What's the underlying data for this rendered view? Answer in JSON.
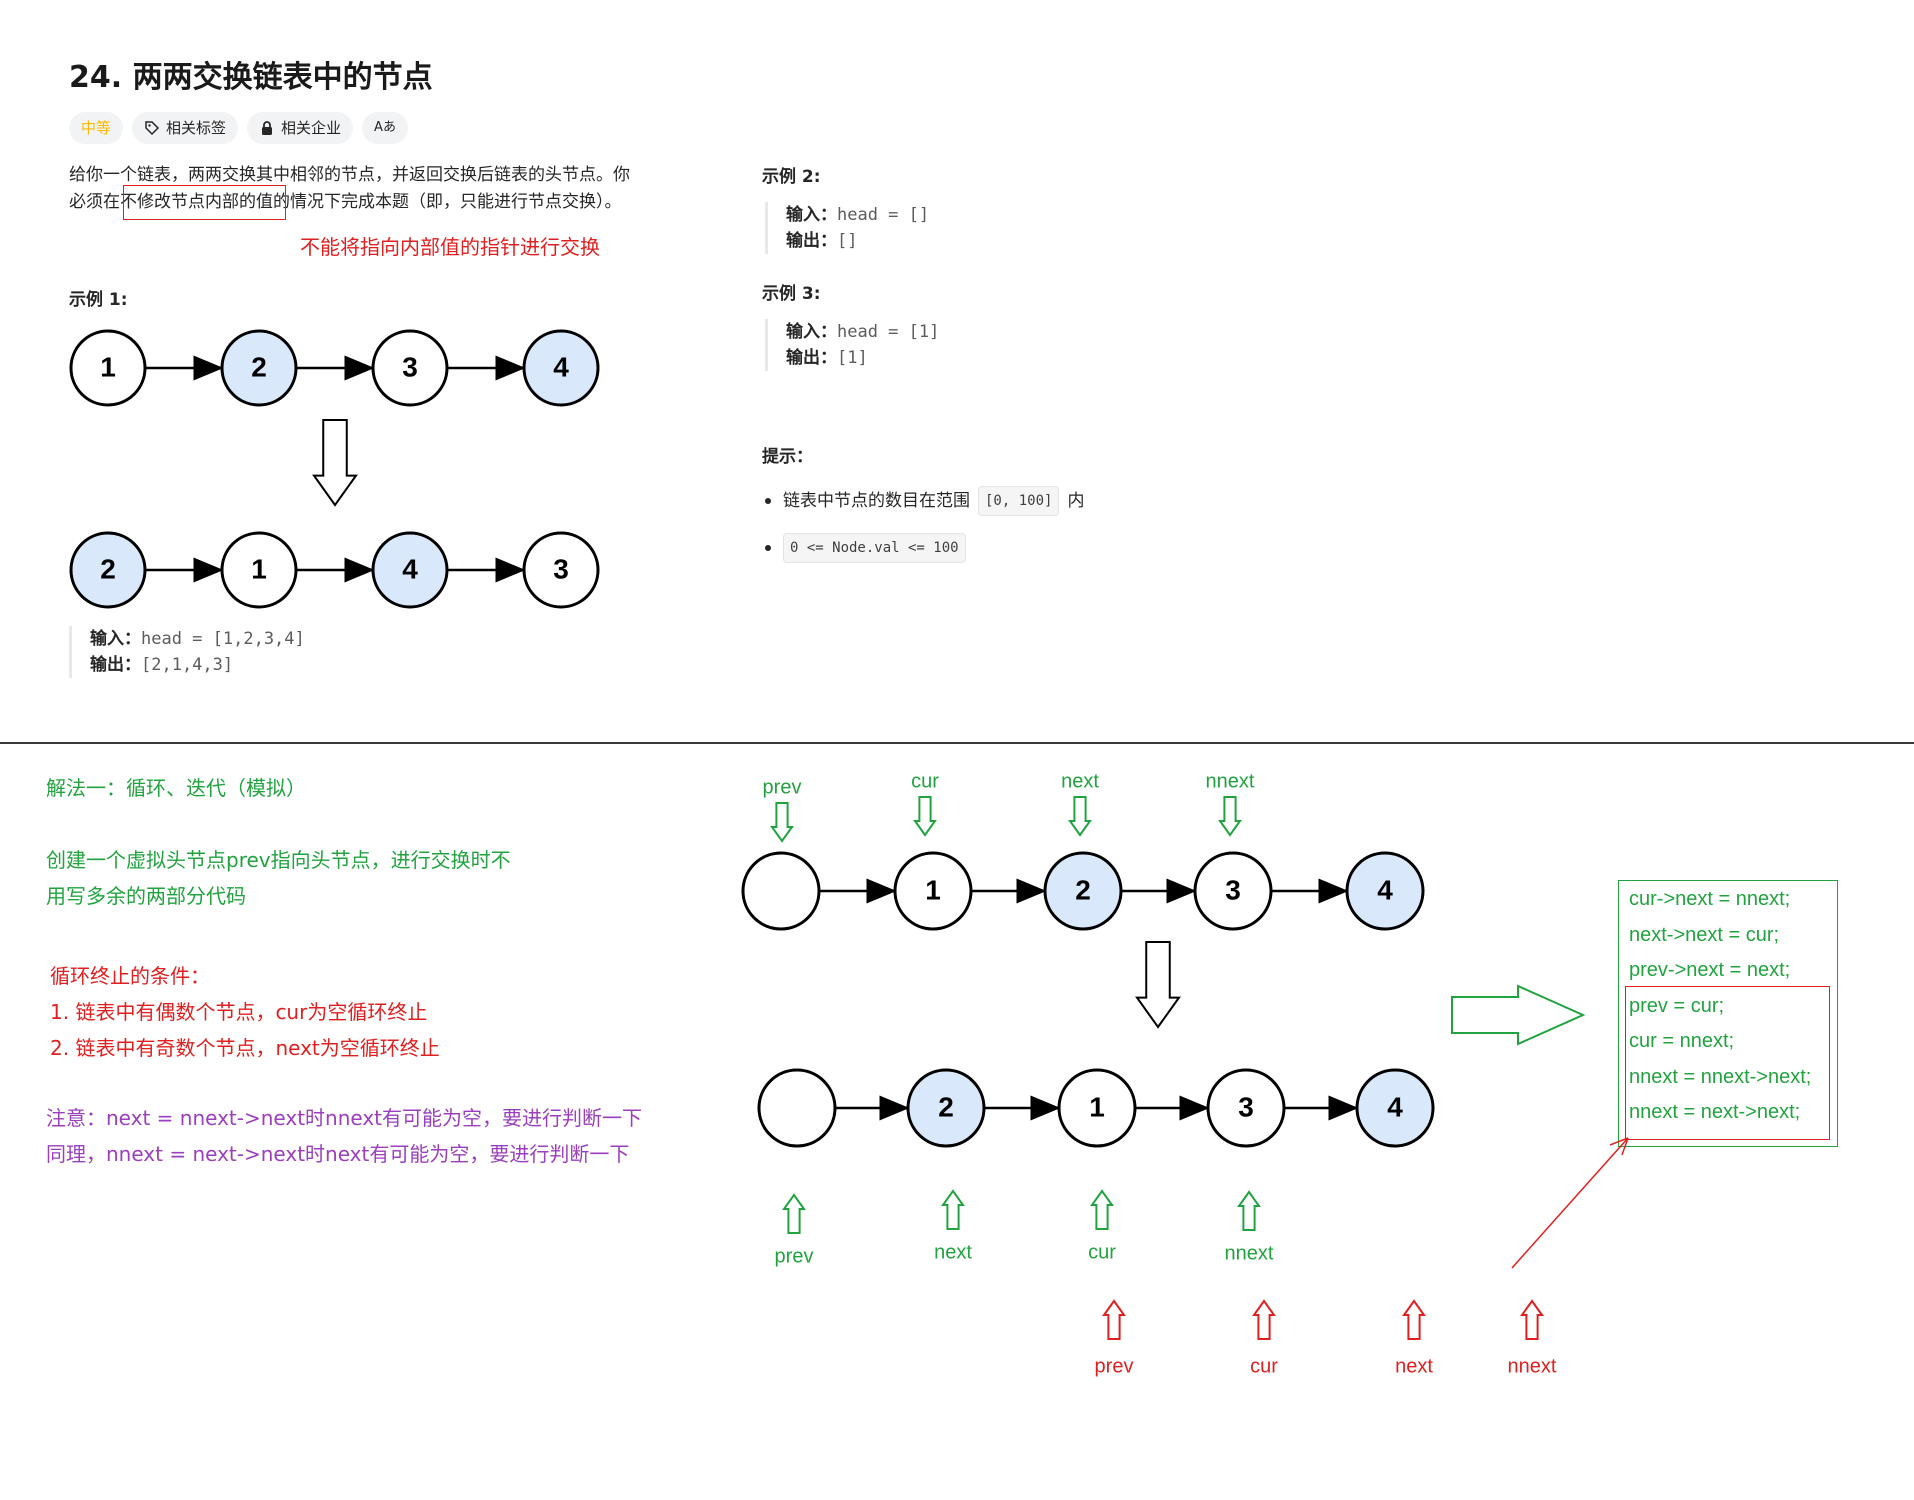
{
  "problem": {
    "title": "24. 两两交换链表中的节点",
    "tags": [
      "中等",
      "相关标签",
      "相关企业",
      "Aあ"
    ],
    "desc_line1": "给你一个链表，两两交换其中相邻的节点，并返回交换后链表的头节点。你",
    "desc_line2": "必须在不修改节点内部的值的情况下完成本题（即，只能进行节点交换）。",
    "annotation": "不能将指向内部值的指针进行交换",
    "example1": {
      "title": "示例 1:",
      "input_label": "输入：",
      "input": "head = [1,2,3,4]",
      "output_label": "输出：",
      "output": "[2,1,4,3]",
      "before": [
        "1",
        "2",
        "3",
        "4"
      ],
      "after": [
        "2",
        "1",
        "4",
        "3"
      ]
    },
    "example2": {
      "title": "示例 2:",
      "input_label": "输入：",
      "input": "head = []",
      "output_label": "输出：",
      "output": "[]"
    },
    "example3": {
      "title": "示例 3:",
      "input_label": "输入：",
      "input": "head = [1]",
      "output_label": "输出：",
      "output": "[1]"
    },
    "hints_title": "提示：",
    "hint1_pre": "链表中节点的数目在范围",
    "hint1_code": "[0, 100]",
    "hint1_post": "内",
    "hint2_code": "0 <= Node.val <= 100"
  },
  "notes": {
    "method": "解法一：循环、迭代（模拟）",
    "dummy1": "创建一个虚拟头节点prev指向头节点，进行交换时不",
    "dummy2": "用写多余的两部分代码",
    "cond_title": "循环终止的条件：",
    "cond1": "1. 链表中有偶数个节点，cur为空循环终止",
    "cond2": "2. 链表中有奇数个节点，next为空循环终止",
    "warn1": "注意：next = nnext->next时nnext有可能为空，要进行判断一下",
    "warn2": "同理，nnext = next->next时next有可能为空，要进行判断一下"
  },
  "diagram": {
    "top_labels": [
      "prev",
      "cur",
      "next",
      "nnext"
    ],
    "top_nodes": [
      "",
      "1",
      "2",
      "3",
      "4"
    ],
    "bottom_nodes": [
      "",
      "2",
      "1",
      "3",
      "4"
    ],
    "green_labels": [
      "prev",
      "next",
      "cur",
      "nnext"
    ],
    "red_labels": [
      "prev",
      "cur",
      "next",
      "nnext"
    ]
  },
  "code_lines": [
    "cur->next = nnext;",
    "next->next = cur;",
    "prev->next = next;",
    "prev = cur;",
    "cur = nnext;",
    "nnext = nnext->next;",
    "nnext = next->next;"
  ],
  "colors": {
    "node_fill_blue": "#dae8fc",
    "green": "#22a340",
    "red": "#e02020",
    "purple": "#9b3fbf",
    "difficulty": "#ffb800"
  }
}
